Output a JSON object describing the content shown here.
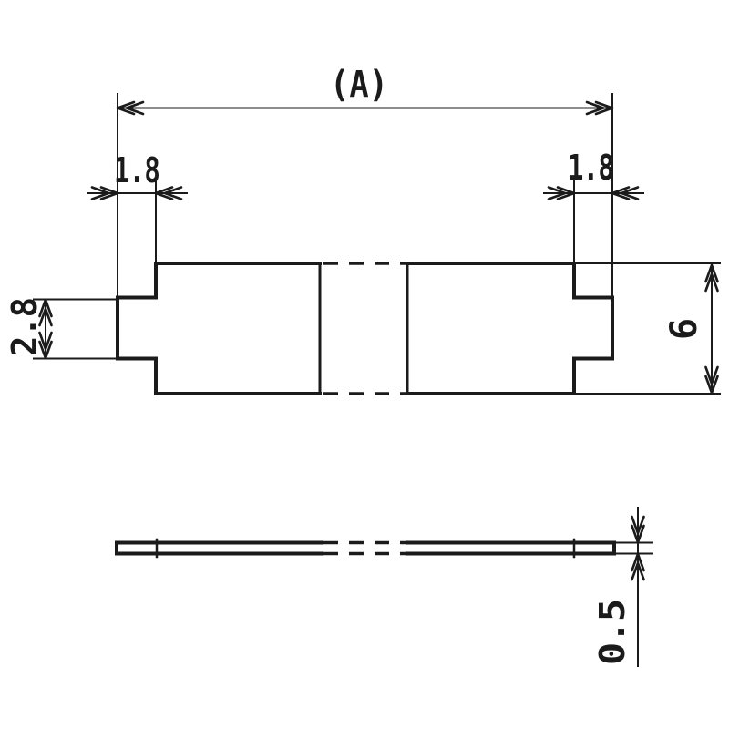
{
  "colors": {
    "ink": "#1b1b1b",
    "background": "#ffffff"
  },
  "drawing": {
    "top_view": {
      "dim_overall_width": "(A)",
      "dim_left_tab_width": "1.8",
      "dim_right_tab_width": "1.8",
      "dim_tab_height": "2.8",
      "dim_body_height": "6"
    },
    "side_view": {
      "dim_thickness": "0.5"
    }
  }
}
